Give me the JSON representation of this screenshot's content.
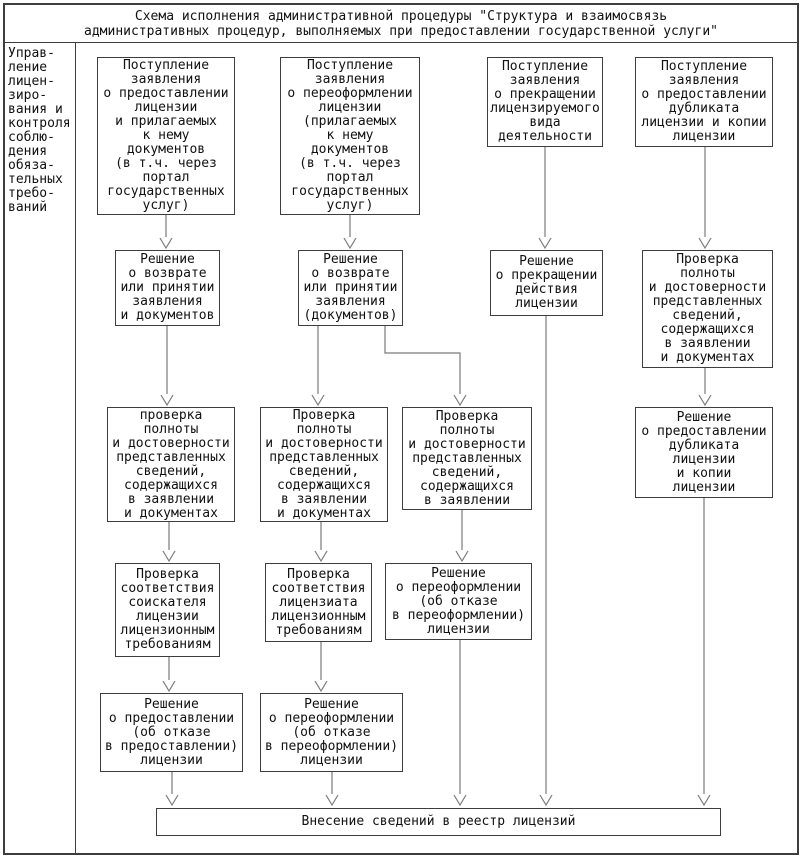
{
  "title": "Схема исполнения административной процедуры \"Структура и взаимосвязь\nадминистративных процедур, выполняемых при предоставлении государственной услуги\"",
  "sidebar": {
    "label": "Управ-\nление\nлицен-\nзиро-\nвания и\nконтроля\nсоблю-\nдения\nобяза-\nтельных\nтребо-\nваний"
  },
  "nodes": {
    "a1": {
      "text": "Поступление\nзаявления\nо предоставлении\nлицензии\nи прилагаемых\nк нему\nдокументов\n(в т.ч. через\nпортал\nгосударственных\nуслуг)"
    },
    "b1": {
      "text": "Поступление\nзаявления\nо переоформлении\nлицензии\n(прилагаемых\nк нему\nдокументов\n(в т.ч. через\nпортал\nгосударственных\nуслуг)"
    },
    "c1": {
      "text": "Поступление\nзаявления\nо прекращении\nлицензируемого\nвида\nдеятельности"
    },
    "d1": {
      "text": "Поступление\nзаявления\nо предоставлении\nдубликата\nлицензии и копии\nлицензии"
    },
    "a2": {
      "text": "Решение\nо возврате\nили принятии\nзаявления\nи документов"
    },
    "b2": {
      "text": "Решение\nо возврате\nили принятии\nзаявления\n(документов)"
    },
    "c2": {
      "text": "Решение\nо прекращении\nдействия\nлицензии"
    },
    "d2": {
      "text": "Проверка\nполноты\nи достоверности\nпредставленных\nсведений,\nсодержащихся\nв заявлении\nи документах"
    },
    "a3": {
      "text": "проверка\nполноты\nи достоверности\nпредставленных\nсведений,\nсодержащихся\nв заявлении\nи документах"
    },
    "b3": {
      "text": "Проверка\nполноты\nи достоверности\nпредставленных\nсведений,\nсодержащихся\nв заявлении\nи документах"
    },
    "b3b": {
      "text": "Проверка\nполноты\nи достоверности\nпредставленных\nсведений,\nсодержащихся\nв заявлении"
    },
    "d3": {
      "text": "Решение\nо предоставлении\nдубликата\nлицензии\nи копии\nлицензии"
    },
    "a4": {
      "text": "Проверка\nсоответствия\nсоискателя\nлицензии\nлицензионным\nтребованиям"
    },
    "b4": {
      "text": "Проверка\nсоответствия\nлицензиата\nлицензионным\nтребованиям"
    },
    "b4b": {
      "text": "Решение\nо переоформлении\n(об отказе\nв переоформлении)\nлицензии"
    },
    "a5": {
      "text": "Решение\nо предоставлении\n(об отказе\nв предоставлении)\nлицензии"
    },
    "b5": {
      "text": "Решение\nо переоформлении\n(об отказе\nв переоформлении)\nлицензии"
    },
    "z": {
      "text": "Внесение сведений в реестр лицензий"
    }
  },
  "edges": [
    [
      "a1",
      "a2"
    ],
    [
      "b1",
      "b2"
    ],
    [
      "c1",
      "c2"
    ],
    [
      "d1",
      "d2"
    ],
    [
      "a2",
      "a3"
    ],
    [
      "b2",
      "b3"
    ],
    [
      "b2",
      "b3b"
    ],
    [
      "c2",
      "z"
    ],
    [
      "d2",
      "d3"
    ],
    [
      "a3",
      "a4"
    ],
    [
      "b3",
      "b4"
    ],
    [
      "b3b",
      "b4b"
    ],
    [
      "d3",
      "z"
    ],
    [
      "a4",
      "a5"
    ],
    [
      "b4",
      "b5"
    ],
    [
      "b4b",
      "z"
    ],
    [
      "a5",
      "z"
    ],
    [
      "b5",
      "z"
    ]
  ],
  "colors": {
    "border": "#3d3d3d",
    "line": "#7a7a7a",
    "text": "#111111",
    "background": "#ffffff"
  }
}
